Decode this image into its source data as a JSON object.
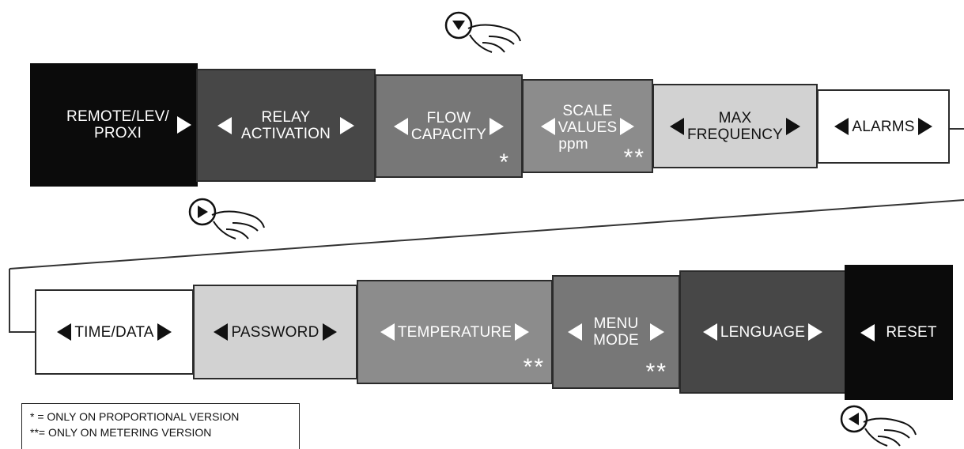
{
  "colors": {
    "black": "#0b0b0b",
    "dark_gray": "#474747",
    "mid_gray": "#777777",
    "gray": "#8c8c8c",
    "light_gray": "#d2d2d2",
    "white": "#ffffff",
    "text_dark": "#111111",
    "text_light": "#ffffff"
  },
  "top_row": [
    {
      "lines": [
        "REMOTE/LEV/",
        "PROXI"
      ],
      "note": ""
    },
    {
      "lines": [
        "RELAY",
        "ACTIVATION"
      ],
      "note": ""
    },
    {
      "lines": [
        "FLOW",
        "CAPACITY"
      ],
      "note": "*"
    },
    {
      "lines": [
        "SCALE",
        "VALUES",
        "ppm"
      ],
      "note": "**"
    },
    {
      "lines": [
        "MAX",
        "FREQUENCY"
      ],
      "note": ""
    },
    {
      "lines": [
        "ALARMS"
      ],
      "note": ""
    }
  ],
  "bottom_row": [
    {
      "lines": [
        "TIME/DATA"
      ],
      "note": ""
    },
    {
      "lines": [
        "PASSWORD"
      ],
      "note": ""
    },
    {
      "lines": [
        "TEMPERATURE"
      ],
      "note": "**"
    },
    {
      "lines": [
        "MENU",
        "MODE"
      ],
      "note": "**"
    },
    {
      "lines": [
        "LENGUAGE"
      ],
      "note": ""
    },
    {
      "lines": [
        "RESET"
      ],
      "note": ""
    }
  ],
  "legend": {
    "line1": "* = ONLY ON PROPORTIONAL VERSION",
    "line2": "**= ONLY ON METERING VERSION"
  },
  "buttons": {
    "down": "down-arrow-button-icon",
    "right": "right-arrow-button-icon",
    "left": "left-arrow-button-icon"
  }
}
